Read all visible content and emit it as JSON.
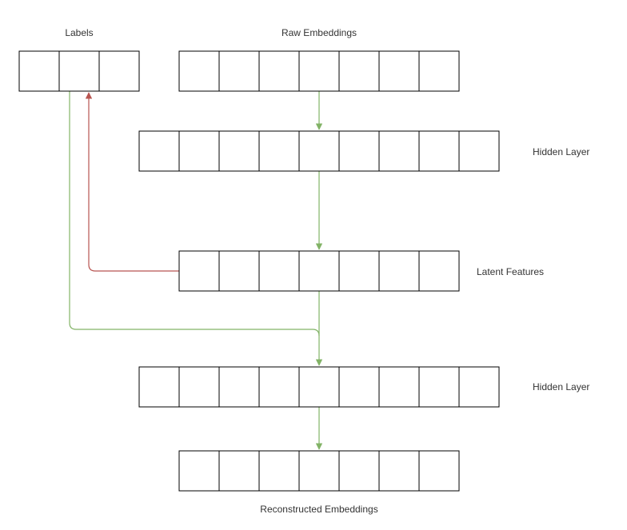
{
  "colors": {
    "background": "#ffffff",
    "cell_stroke": "#000000",
    "text": "#333333",
    "forward_arrow": "#82b366",
    "feedback_arrow": "#b85450"
  },
  "diagram": {
    "layers": [
      {
        "id": "labels",
        "label": "Labels",
        "cells": 3
      },
      {
        "id": "raw-embeddings",
        "label": "Raw Embeddings",
        "cells": 7
      },
      {
        "id": "hidden-layer-1",
        "label": "Hidden Layer",
        "cells": 9
      },
      {
        "id": "latent-features",
        "label": "Latent Features",
        "cells": 7
      },
      {
        "id": "hidden-layer-2",
        "label": "Hidden Layer",
        "cells": 9
      },
      {
        "id": "reconstructed-embeddings",
        "label": "Reconstructed Embeddings",
        "cells": 7
      }
    ],
    "edges": [
      {
        "from": "raw-embeddings",
        "to": "hidden-layer-1",
        "kind": "forward"
      },
      {
        "from": "hidden-layer-1",
        "to": "latent-features",
        "kind": "forward"
      },
      {
        "from": "latent-features",
        "to": "labels",
        "kind": "feedback"
      },
      {
        "from": "latent-features",
        "to": "hidden-layer-2",
        "kind": "forward"
      },
      {
        "from": "labels",
        "to": "hidden-layer-2",
        "kind": "forward"
      },
      {
        "from": "hidden-layer-2",
        "to": "reconstructed-embeddings",
        "kind": "forward"
      }
    ]
  }
}
